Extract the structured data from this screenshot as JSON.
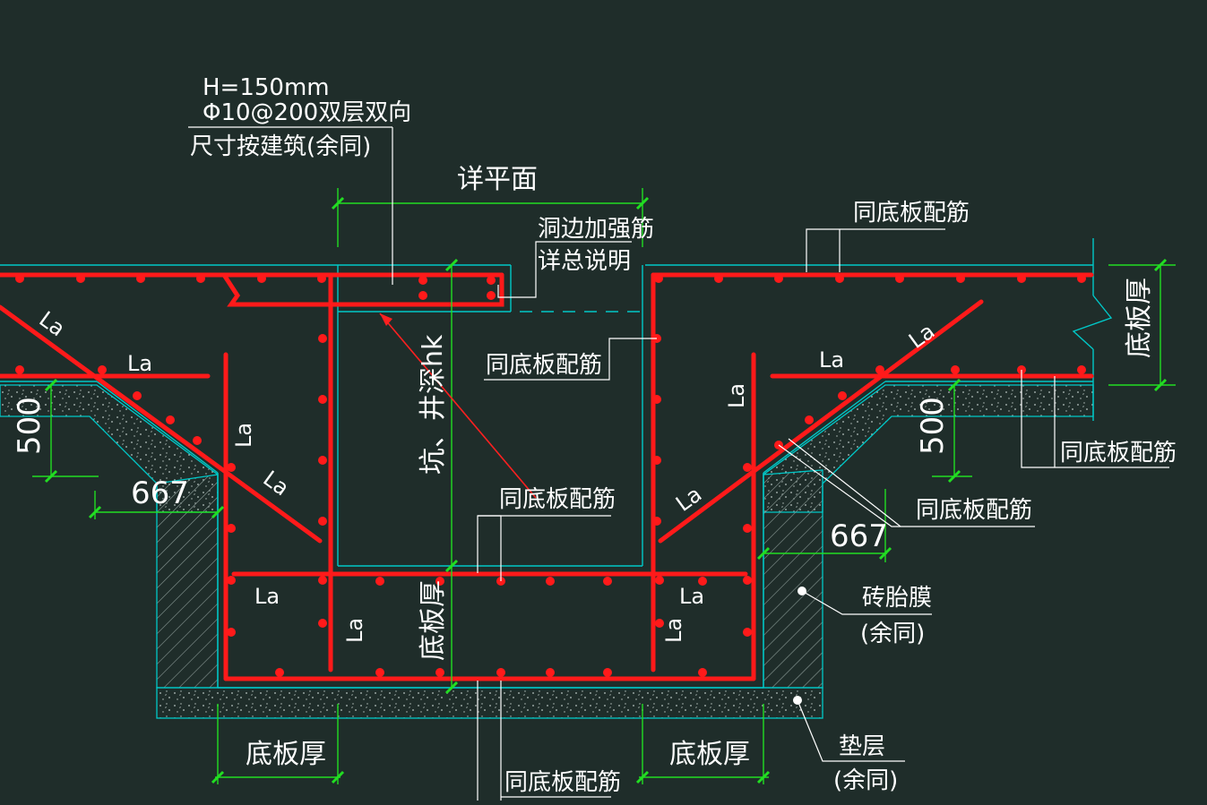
{
  "colors": {
    "background": "#1f2d2a",
    "rebar": "#ff1a1a",
    "outline": "#00c8c8",
    "dimension": "#22dd22",
    "leader": "#ffffff",
    "text": "#ffffff"
  },
  "notes": {
    "cover_h": "H=150mm",
    "cover_rebar": "Φ10@200双层双向",
    "cover_size": "尺寸按建筑(余同)",
    "plan_ref": "详平面",
    "hole_edge": "洞边加强筋",
    "hole_edge_ref": "详总说明"
  },
  "labels": {
    "same_as_slab_top_right": "同底板配筋",
    "same_as_slab_inner_wall": "同底板配筋",
    "same_as_slab_pit_bottom": "同底板配筋",
    "same_as_slab_right_lower": "同底板配筋",
    "same_as_slab_right_slope": "同底板配筋",
    "same_as_slab_bottom": "同底板配筋",
    "pit_depth": "坑、井深hk",
    "slab_thickness_center": "底板厚",
    "slab_thickness_right": "底板厚",
    "slab_thickness_bottom_left": "底板厚",
    "slab_thickness_bottom_right": "底板厚",
    "brick_form": "砖胎膜",
    "brick_form_same": "(余同)",
    "cushion": "垫层",
    "cushion_same": "(余同)"
  },
  "dimensions": {
    "left_depth": "500",
    "right_depth": "500",
    "left_offset": "667",
    "right_offset": "667"
  },
  "anchorage": {
    "la_label": "La"
  }
}
